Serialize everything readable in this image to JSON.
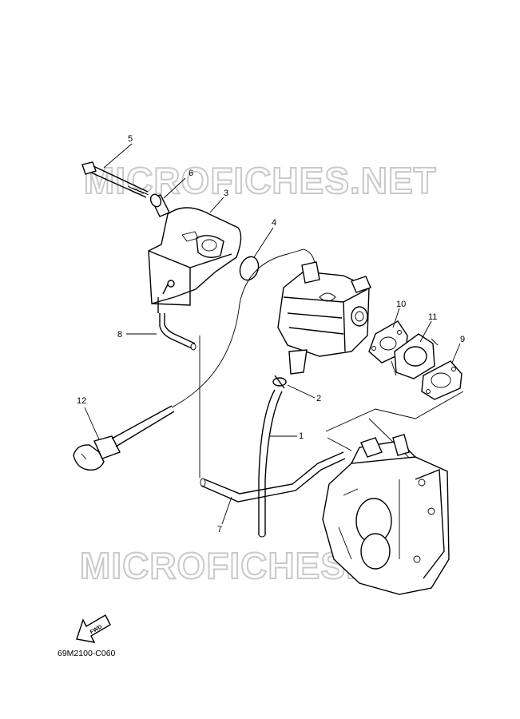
{
  "watermark": "MICROFICHES.NET",
  "diagram_code": "69M2100-C060",
  "fwd_label": "FWD",
  "callouts": {
    "p1": "1",
    "p2": "2",
    "p3": "3",
    "p4": "4",
    "p5": "5",
    "p6": "6",
    "p7": "7",
    "p8": "8",
    "p9": "9",
    "p10": "10",
    "p11": "11",
    "p12": "12"
  }
}
